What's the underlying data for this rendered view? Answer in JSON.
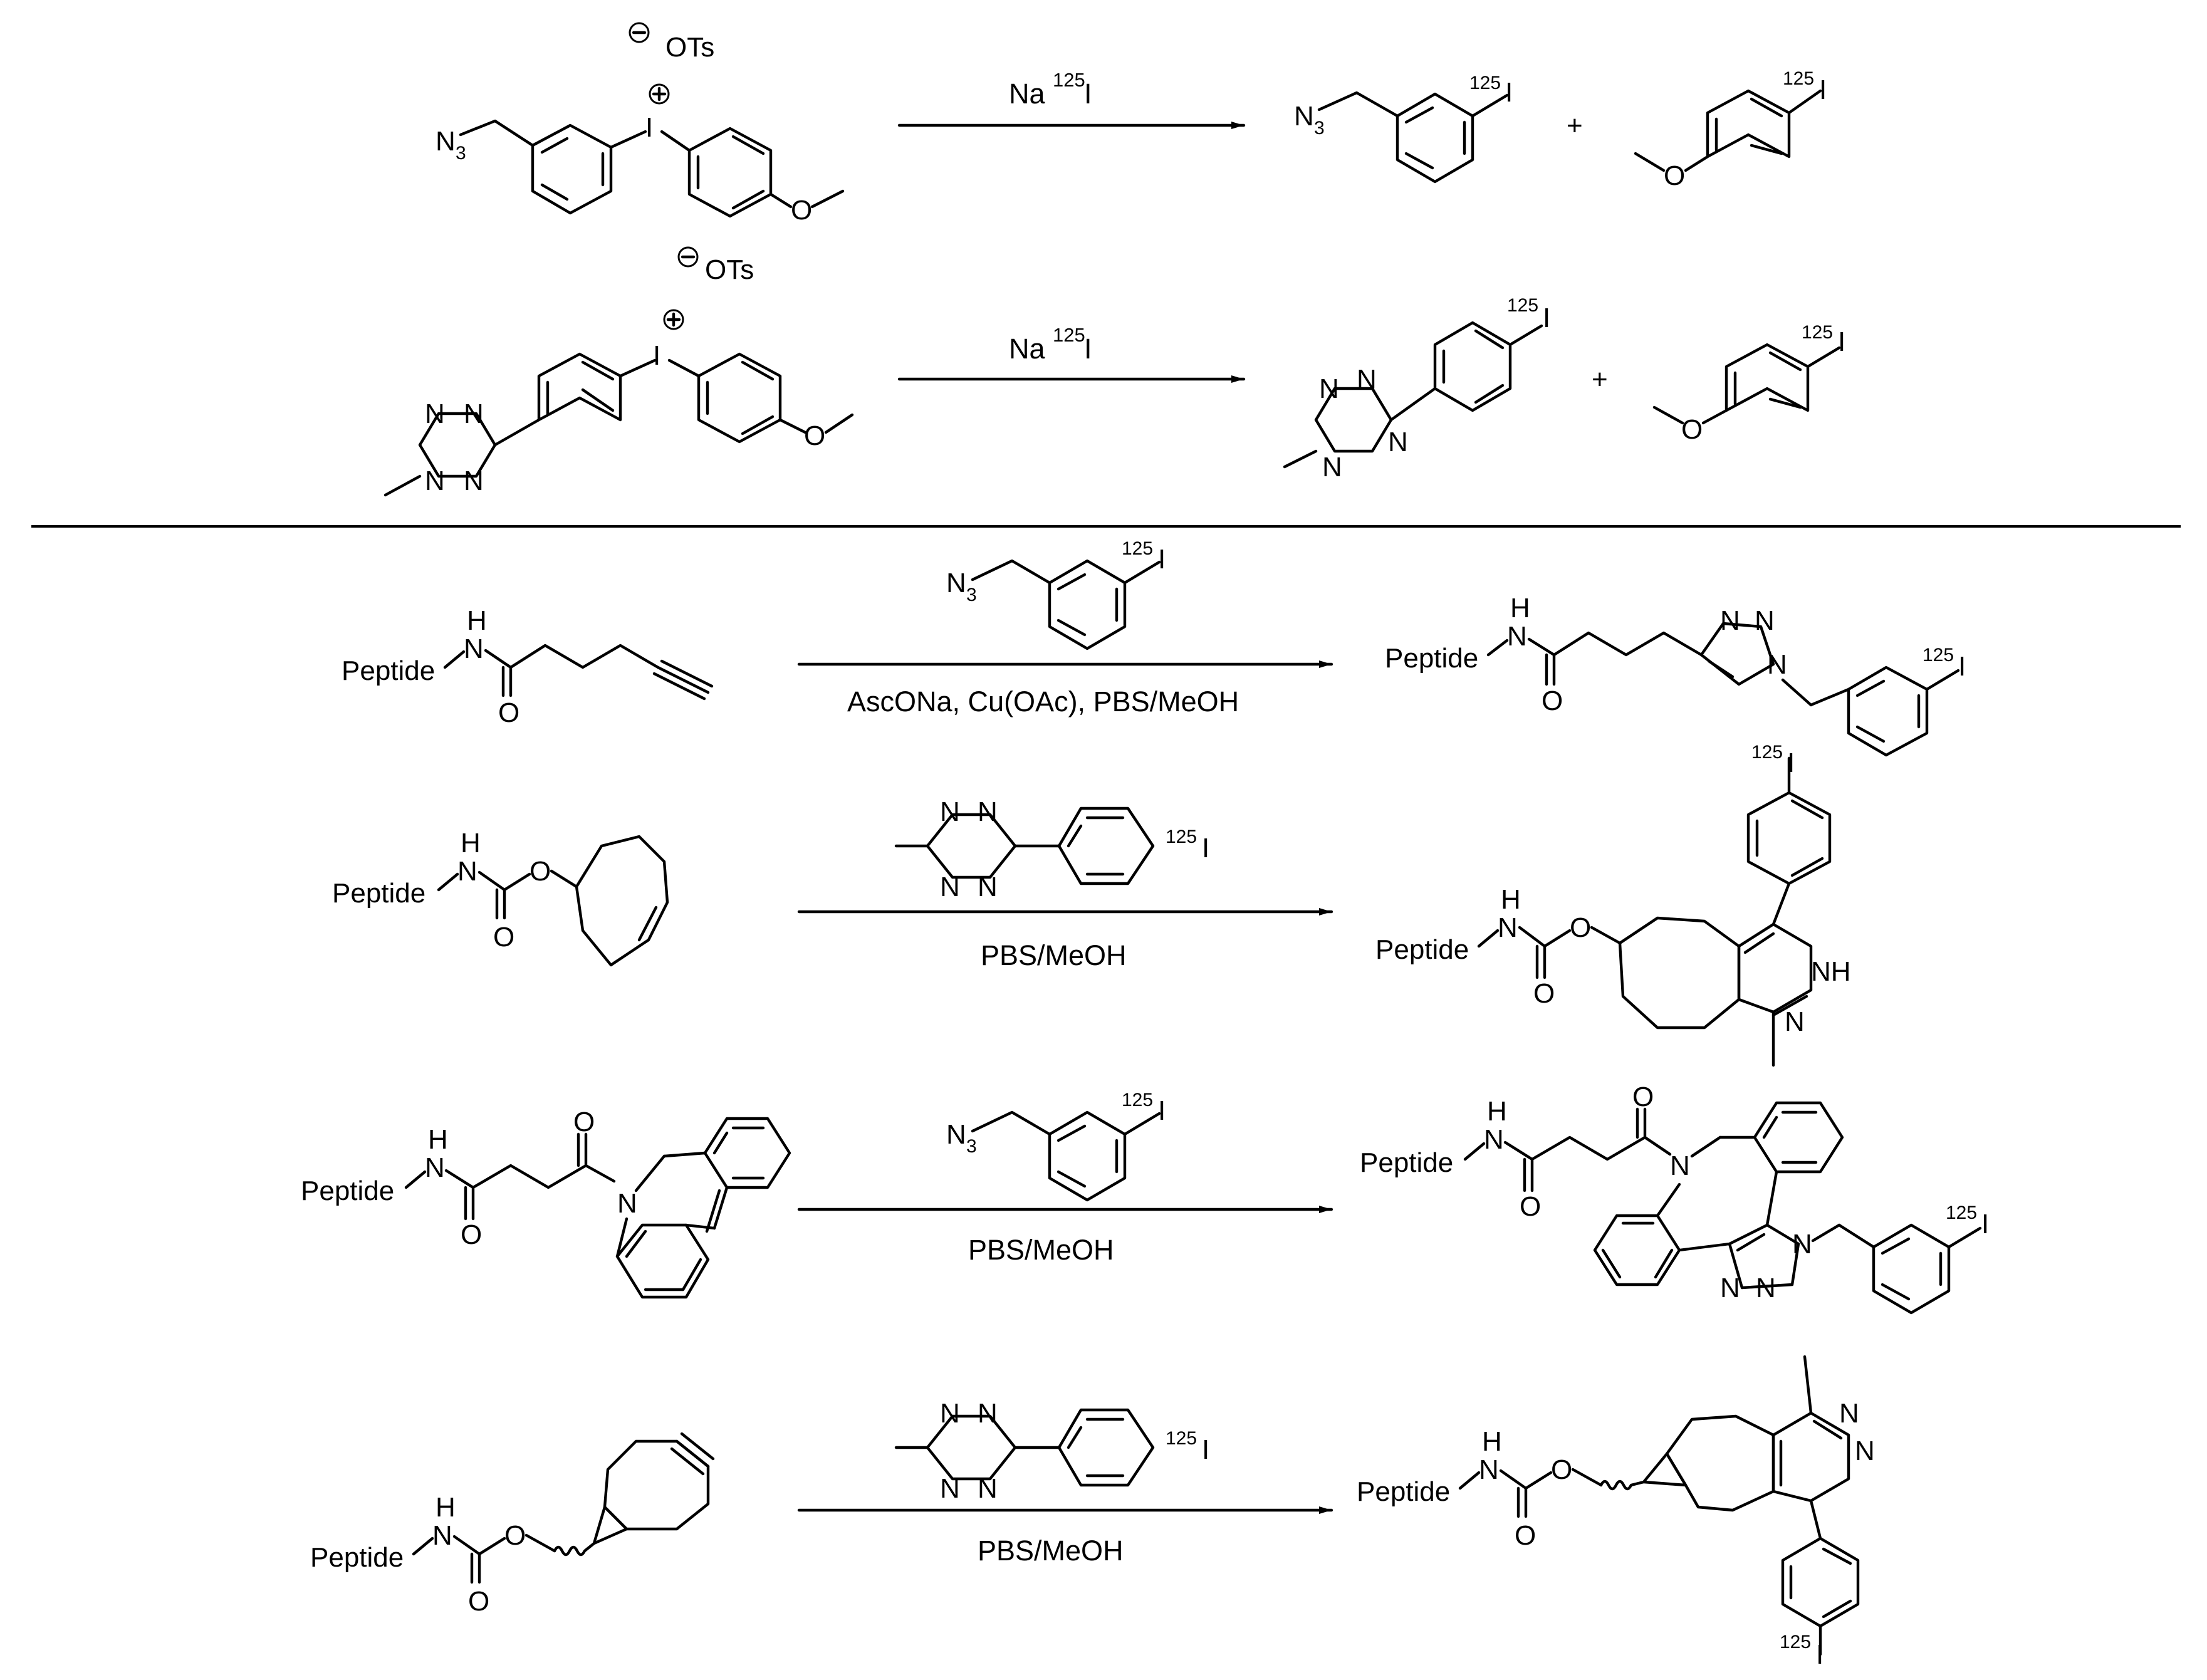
{
  "colors": {
    "ink": "#000000",
    "background": "#ffffff"
  },
  "atoms": {
    "N": "N",
    "O": "O",
    "I": "I",
    "H": "H",
    "NH": "NH",
    "N3_N": "N",
    "N3_sub": "3",
    "iso": "125",
    "ots": "OTs",
    "plus": "+",
    "peptide": "Peptide"
  },
  "conditions": {
    "nai_base": "Na",
    "nai_iso": "125",
    "nai_i": "I",
    "cuaac": "AscONa, Cu(OAc), PBS/MeOH",
    "pbs": "PBS/MeOH"
  }
}
